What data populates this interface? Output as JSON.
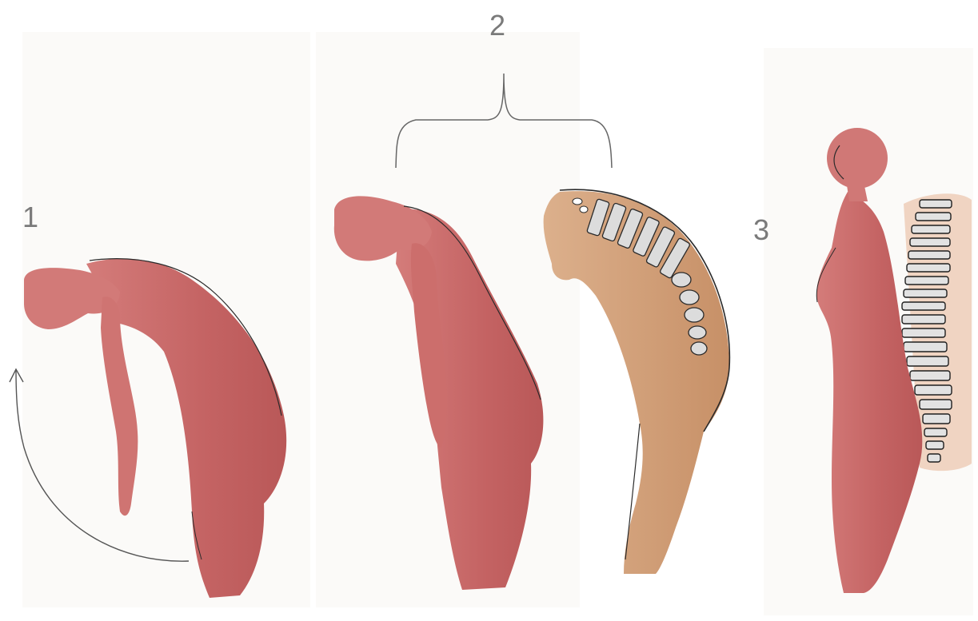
{
  "labels": {
    "step1": "1",
    "step2": "2",
    "step3": "3"
  },
  "colors": {
    "skin": "#c56b6b",
    "skin_light": "#d98a87",
    "skin_dark": "#a95555",
    "tan": "#d2a27c",
    "tan_dark": "#b9845e",
    "bone": "#d9d9d9",
    "ink": "#2a2a2a",
    "bracket": "#666666"
  },
  "icons": {
    "arrow": "curved-arrow-icon",
    "bracket": "brace-icon"
  }
}
